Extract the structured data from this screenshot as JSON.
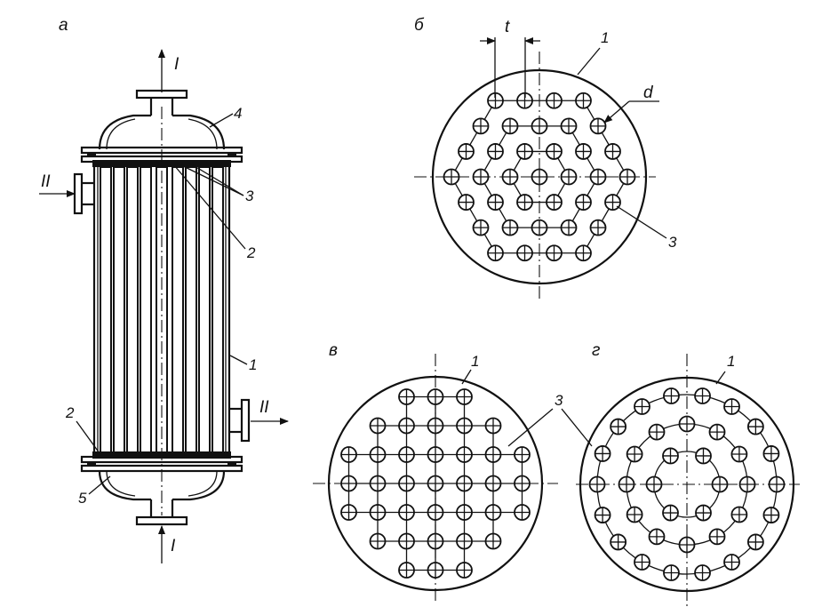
{
  "panels": {
    "a": "а",
    "b": "б",
    "v": "в",
    "g": "г"
  },
  "labels": {
    "flow_I_top": "I",
    "flow_I_bottom": "I",
    "flow_II_in": "II",
    "flow_II_out": "II",
    "a_4": "4",
    "a_3": "3",
    "a_2_top": "2",
    "a_1": "1",
    "a_2_bottom": "2",
    "a_5": "5",
    "b_t": "t",
    "b_1": "1",
    "b_d": "d",
    "b_3": "3",
    "v_1": "1",
    "v_3": "3",
    "g_1": "1"
  }
}
